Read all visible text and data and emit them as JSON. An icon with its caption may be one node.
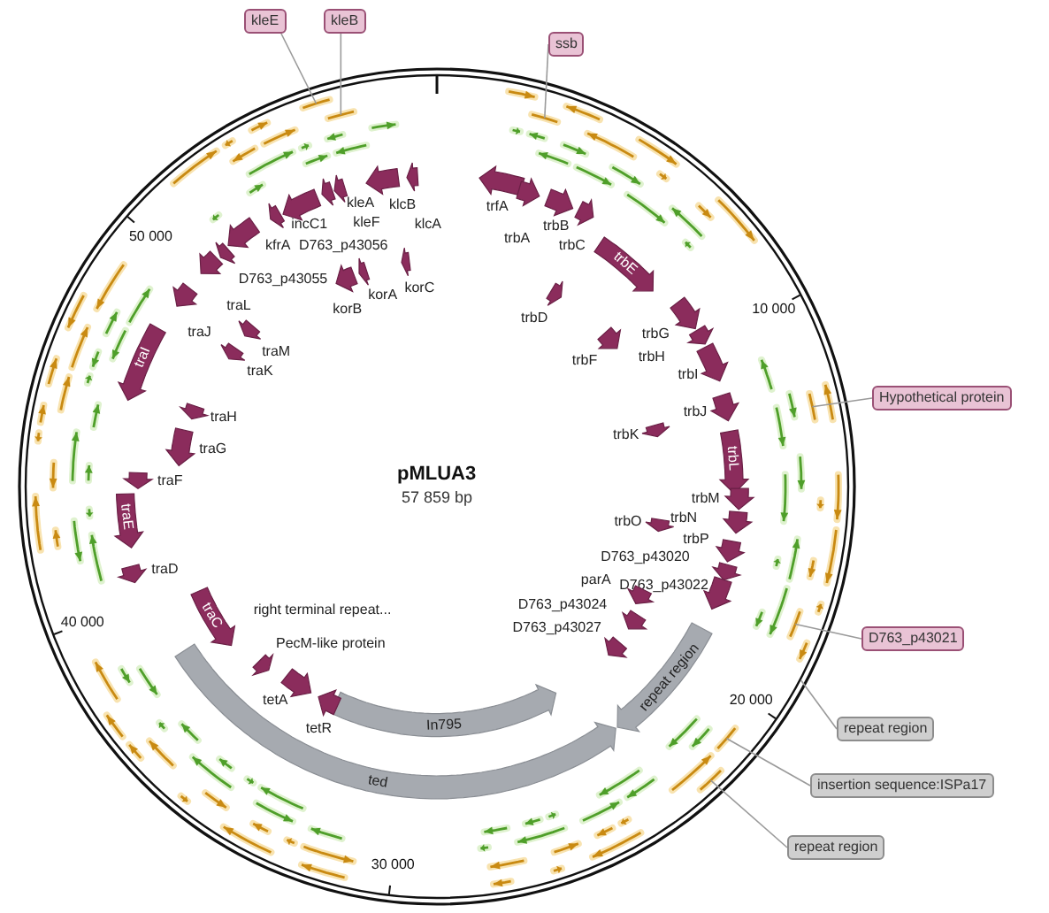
{
  "diagram": {
    "title": "pMLUA3",
    "nodes": [
      {
        "text": [
          "kleE"
        ]
      },
      {
        "text": [
          "kleB"
        ]
      },
      {
        "text": [
          "ssb"
        ]
      },
      {
        "text": [
          "trfA"
        ]
      },
      {
        "text": [
          "trbA"
        ]
      },
      {
        "text": [
          "trbB"
        ]
      },
      {
        "text": [
          "trbC"
        ]
      },
      {
        "text": [
          "trbD"
        ]
      },
      {
        "text": [
          "trbE"
        ]
      },
      {
        "text": [
          "trbF"
        ]
      },
      {
        "text": [
          "trbG"
        ]
      },
      {
        "text": [
          "trbH"
        ]
      },
      {
        "text": [
          "trbI"
        ]
      },
      {
        "text": [
          "trbJ"
        ]
      },
      {
        "text": [
          "trbK"
        ]
      },
      {
        "text": [
          "trbL"
        ]
      },
      {
        "text": [
          "trbM"
        ]
      },
      {
        "text": [
          "trbN"
        ]
      },
      {
        "text": [
          "trbO"
        ]
      },
      {
        "text": [
          "trbP"
        ]
      },
      {
        "text": [
          "D763_p43020"
        ]
      },
      {
        "text": [
          "D763_p43022"
        ]
      },
      {
        "text": [
          "parA"
        ]
      },
      {
        "text": [
          "D763_p43024"
        ]
      },
      {
        "text": [
          "D763_p43027"
        ]
      },
      {
        "text": [
          "repeat region"
        ]
      },
      {
        "text": [
          "In795"
        ]
      },
      {
        "text": [
          "ted"
        ]
      },
      {
        "text": [
          "tetR"
        ]
      },
      {
        "text": [
          "tetA"
        ]
      },
      {
        "text": [
          "PecM-like protein"
        ]
      },
      {
        "text": [
          "traC"
        ]
      },
      {
        "text": [
          "traD"
        ]
      },
      {
        "text": [
          "traE"
        ]
      },
      {
        "text": [
          "traF"
        ]
      },
      {
        "text": [
          "traG"
        ]
      },
      {
        "text": [
          "traH"
        ]
      },
      {
        "text": [
          "traI"
        ]
      },
      {
        "text": [
          "traK"
        ]
      },
      {
        "text": [
          "traJ"
        ]
      },
      {
        "text": [
          "traM"
        ]
      },
      {
        "text": [
          "traL"
        ]
      },
      {
        "text": [
          "D763_p43055"
        ]
      },
      {
        "text": [
          "kfrA"
        ]
      },
      {
        "text": [
          "D763_p43056"
        ]
      },
      {
        "text": [
          "korB"
        ]
      },
      {
        "text": [
          "incC1"
        ]
      },
      {
        "text": [
          "korA"
        ]
      },
      {
        "text": [
          "kleF"
        ]
      },
      {
        "text": [
          "kleA"
        ]
      },
      {
        "text": [
          "korC"
        ]
      },
      {
        "text": [
          "klcB"
        ]
      },
      {
        "text": [
          "klcA"
        ]
      },
      {
        "text": [
          "Hypothetical protein"
        ]
      },
      {
        "text": [
          "D763_p43021"
        ]
      },
      {
        "text": [
          "repeat region"
        ]
      },
      {
        "text": [
          "insertion sequence:ISPa17"
        ]
      },
      {
        "text": [
          "repeat region"
        ]
      }
    ],
    "edges": [
      {
        "from": 0,
        "to": null,
        "arrow": "none"
      },
      {
        "from": 1,
        "to": null,
        "arrow": "none"
      },
      {
        "from": 2,
        "to": null,
        "arrow": "none"
      },
      {
        "from": 53,
        "to": null,
        "arrow": "none"
      },
      {
        "from": 54,
        "to": null,
        "arrow": "none"
      },
      {
        "from": 55,
        "to": null,
        "arrow": "none"
      },
      {
        "from": 56,
        "to": null,
        "arrow": "none"
      },
      {
        "from": 57,
        "to": null,
        "arrow": "none"
      }
    ],
    "labels": [
      "57 859 bp",
      "10 000",
      "20 000",
      "30 000",
      "40 000",
      "50 000",
      "right terminal repeat..."
    ]
  }
}
